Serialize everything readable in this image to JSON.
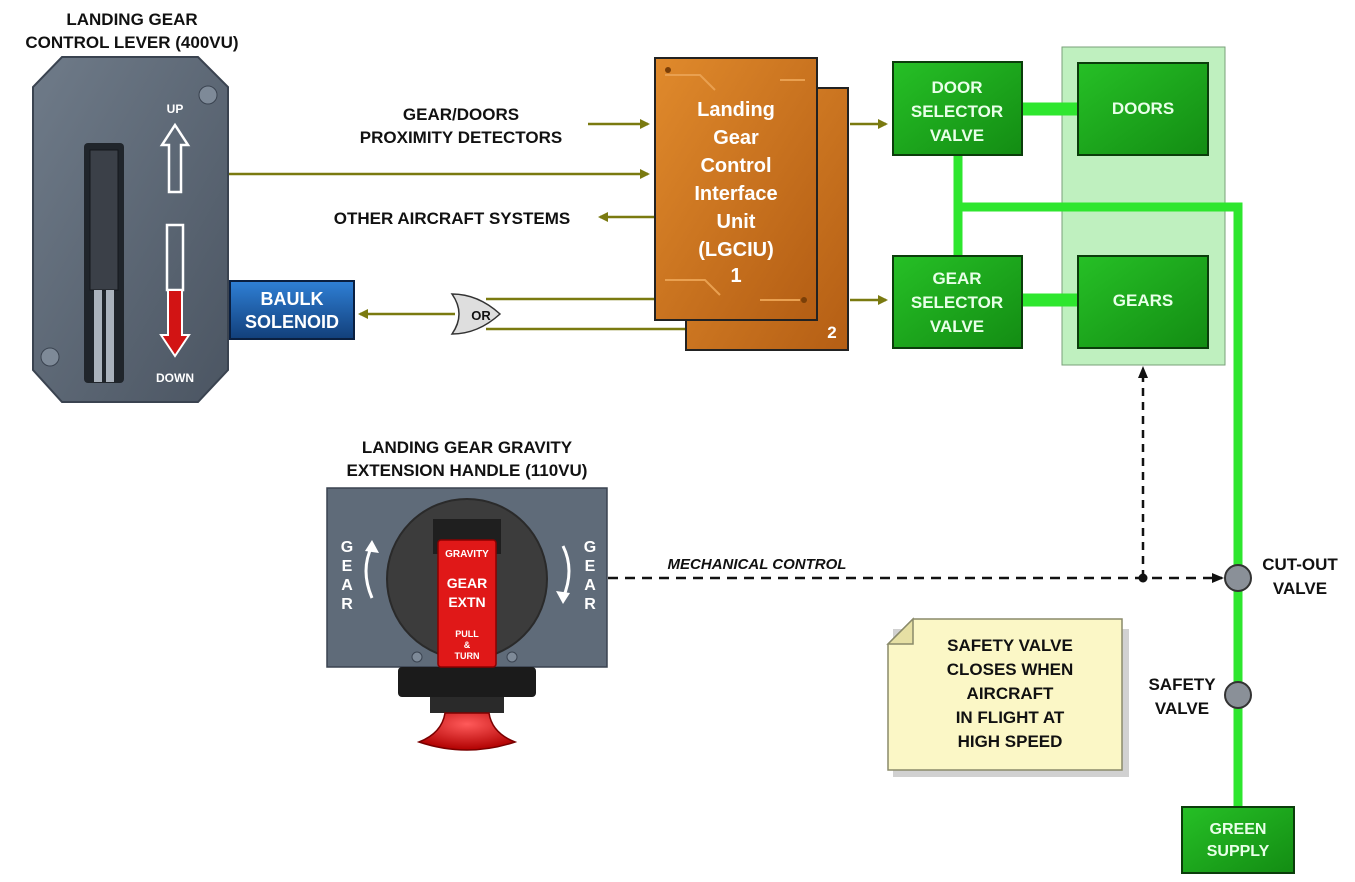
{
  "titles": {
    "lever_line1": "LANDING GEAR",
    "lever_line2": "CONTROL LEVER (400VU)",
    "gravity_line1": "LANDING GEAR GRAVITY",
    "gravity_line2": "EXTENSION HANDLE (110VU)"
  },
  "lever_panel": {
    "up": "UP",
    "down": "DOWN"
  },
  "inputs": {
    "detectors_line1": "GEAR/DOORS",
    "detectors_line2": "PROXIMITY DETECTORS",
    "other_systems": "OTHER AIRCRAFT SYSTEMS"
  },
  "baulk": {
    "line1": "BAULK",
    "line2": "SOLENOID"
  },
  "or_gate": "OR",
  "lgciu": {
    "lines": [
      "Landing",
      "Gear",
      "Control",
      "Interface",
      "Unit",
      "(LGCIU)",
      "1"
    ],
    "second_number": "2"
  },
  "door_valve": [
    "DOOR",
    "SELECTOR",
    "VALVE"
  ],
  "gear_valve": [
    "GEAR",
    "SELECTOR",
    "VALVE"
  ],
  "doors": "DOORS",
  "gears": "GEARS",
  "mechanical_control": "MECHANICAL CONTROL",
  "cutout_valve": [
    "CUT-OUT",
    "VALVE"
  ],
  "safety_valve": [
    "SAFETY",
    "VALVE"
  ],
  "green_supply": [
    "GREEN",
    "SUPPLY"
  ],
  "safety_note": [
    "SAFETY VALVE",
    "CLOSES WHEN",
    "AIRCRAFT",
    "IN FLIGHT AT",
    "HIGH SPEED"
  ],
  "handle": {
    "gravity": "GRAVITY",
    "gear": "GEAR",
    "extn": "EXTN",
    "pull": "PULL",
    "amp": "&",
    "turn": "TURN",
    "gear_left": [
      "G",
      "E",
      "A",
      "R"
    ],
    "gear_right": [
      "G",
      "E",
      "A",
      "R"
    ]
  },
  "colors": {
    "signal_line": "#7a7a10",
    "hydraulic_green": "#2ee62e",
    "valve_box": "#1fa51f",
    "lgciu_orange": "#c8701e",
    "panel_grey": "#5a6674",
    "handle_red": "#e01818",
    "note_yellow": "#fbf7c6",
    "baulk_blue": "#1d5fa8"
  }
}
